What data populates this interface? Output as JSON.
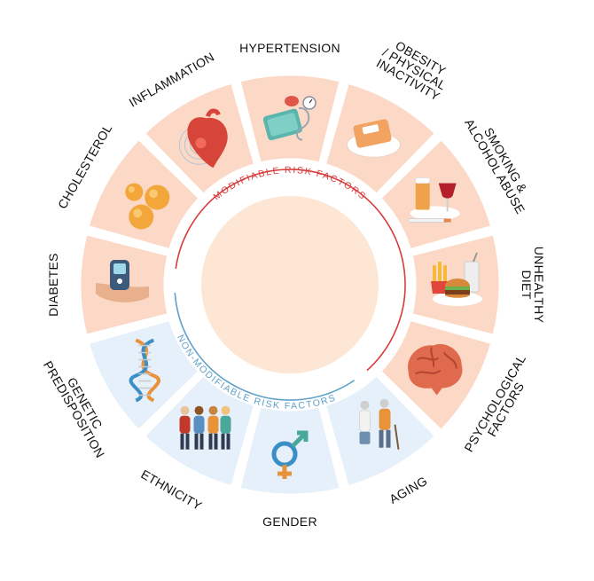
{
  "colors": {
    "modifiable_bg": "#fcd9c6",
    "non_modifiable_bg": "#e6f0fa",
    "center_fill": "#fde6d3",
    "modifiable_accent": "#d83b3b",
    "non_modifiable_accent": "#5fa0c8",
    "label_color": "#111111"
  },
  "ring_labels": {
    "modifiable": "MODIFIABLE RISK FACTORS",
    "non_modifiable": "NON-MODIFIABLE RISK FACTORS"
  },
  "segments": [
    {
      "id": "hypertension",
      "type": "modifiable",
      "icon": "blood-pressure-monitor-icon",
      "lines": [
        "HYPERTENSION"
      ]
    },
    {
      "id": "obesity",
      "type": "modifiable",
      "icon": "bathroom-scale-icon",
      "lines": [
        "OBESITY",
        "/ PHYSICAL",
        "INACTIVITY"
      ]
    },
    {
      "id": "smoking",
      "type": "modifiable",
      "icon": "beer-wine-cigarette-icon",
      "lines": [
        "SMOKING &",
        "ALCOHOL ABUSE"
      ]
    },
    {
      "id": "diet",
      "type": "modifiable",
      "icon": "fast-food-icon",
      "lines": [
        "UNHEALTHY",
        "DIET"
      ]
    },
    {
      "id": "psychological",
      "type": "modifiable",
      "icon": "brain-icon",
      "lines": [
        "PSYCHOLOGICAL",
        "FACTORS"
      ]
    },
    {
      "id": "aging",
      "type": "non-modifiable",
      "icon": "elderly-couple-icon",
      "lines": [
        "AGING"
      ]
    },
    {
      "id": "gender",
      "type": "non-modifiable",
      "icon": "gender-symbol-icon",
      "lines": [
        "GENDER"
      ]
    },
    {
      "id": "ethnicity",
      "type": "non-modifiable",
      "icon": "diverse-people-icon",
      "lines": [
        "ETHNICITY"
      ]
    },
    {
      "id": "genetic",
      "type": "non-modifiable",
      "icon": "dna-helix-icon",
      "lines": [
        "GENETIC",
        "PREDISPOSITION"
      ]
    },
    {
      "id": "diabetes",
      "type": "modifiable",
      "icon": "glucose-meter-icon",
      "lines": [
        "DIABETES"
      ]
    },
    {
      "id": "cholesterol",
      "type": "modifiable",
      "icon": "fat-cells-icon",
      "lines": [
        "CHOLESTEROL"
      ]
    },
    {
      "id": "inflammation",
      "type": "modifiable",
      "icon": "inflamed-heart-icon",
      "lines": [
        "INFLAMMATION"
      ]
    }
  ]
}
